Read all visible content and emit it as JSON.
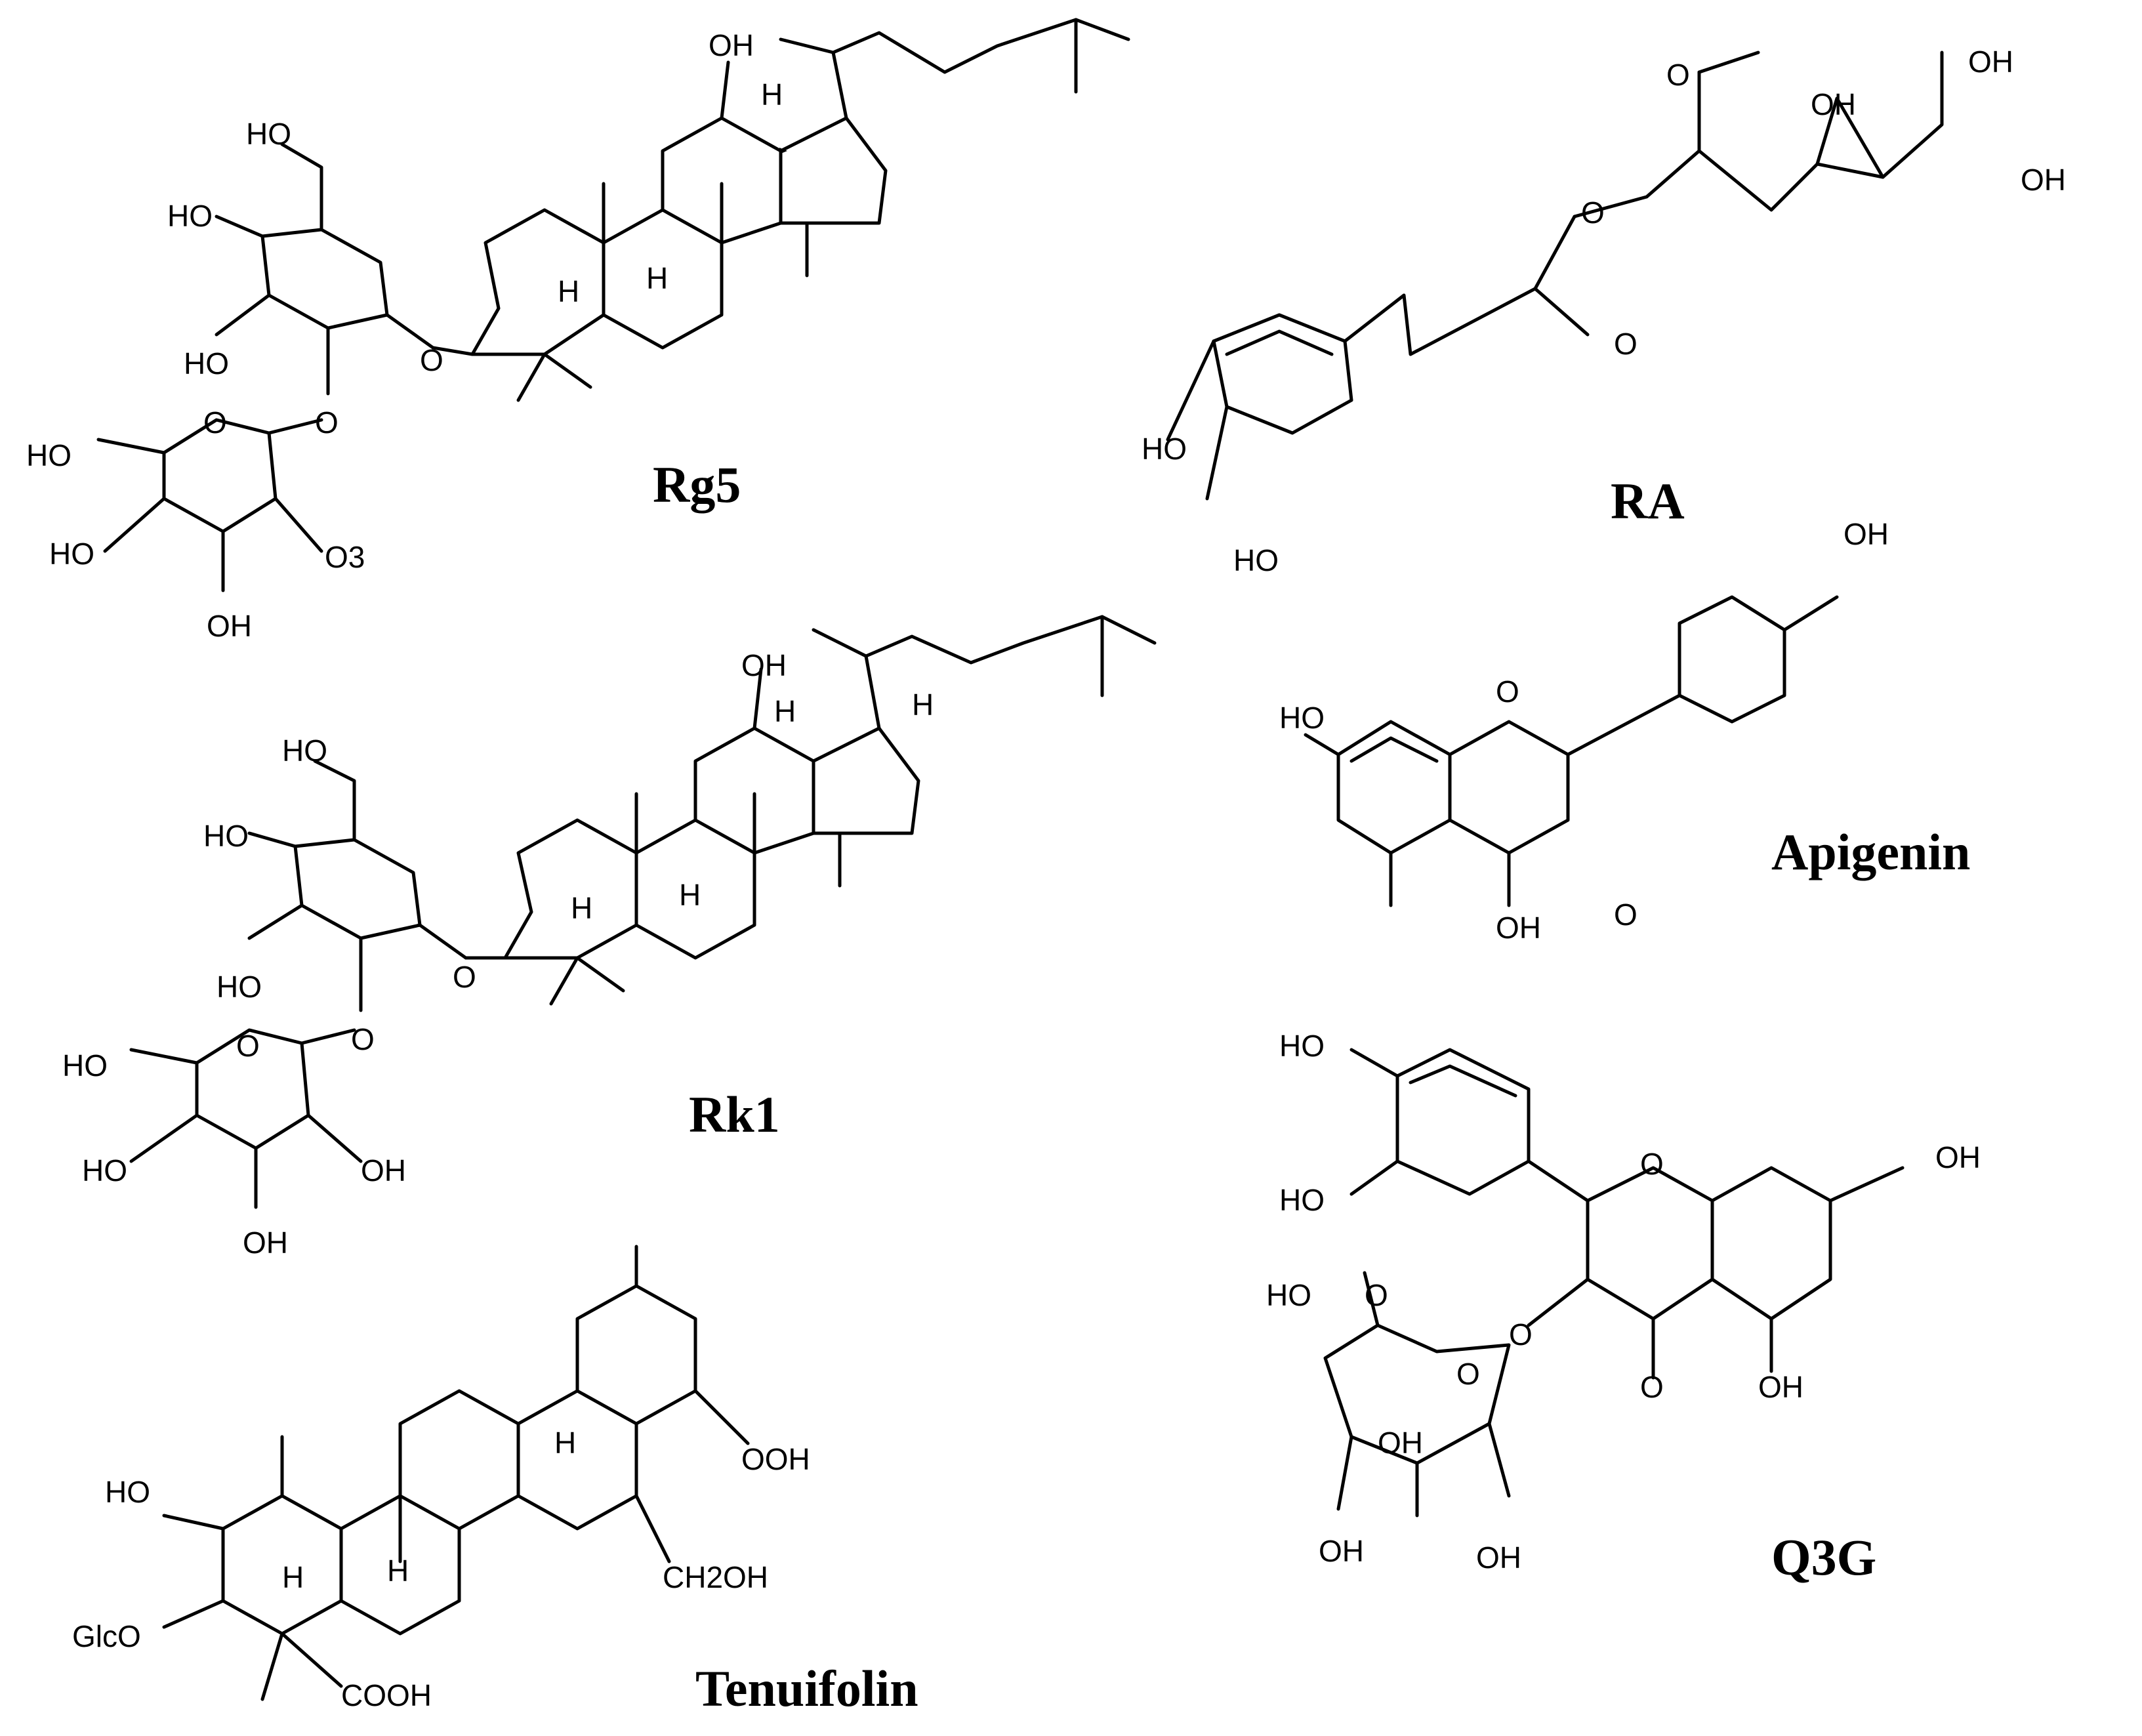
{
  "molecules": [
    {
      "id": "rg5",
      "name": "Rg5"
    },
    {
      "id": "ra",
      "name": "RA"
    },
    {
      "id": "rk1",
      "name": "Rk1"
    },
    {
      "id": "apigenin",
      "name": "Apigenin"
    },
    {
      "id": "tenuifolin",
      "name": "Tenuifolin"
    },
    {
      "id": "q3g",
      "name": "Q3G"
    }
  ],
  "atom_labels": {
    "OH": "OH",
    "HO": "HO",
    "O": "O",
    "H": "H",
    "O3": "O3",
    "OOH": "OOH",
    "CH2OH": "CH2OH",
    "GlcO": "GlcO",
    "COOH": "COOH"
  }
}
